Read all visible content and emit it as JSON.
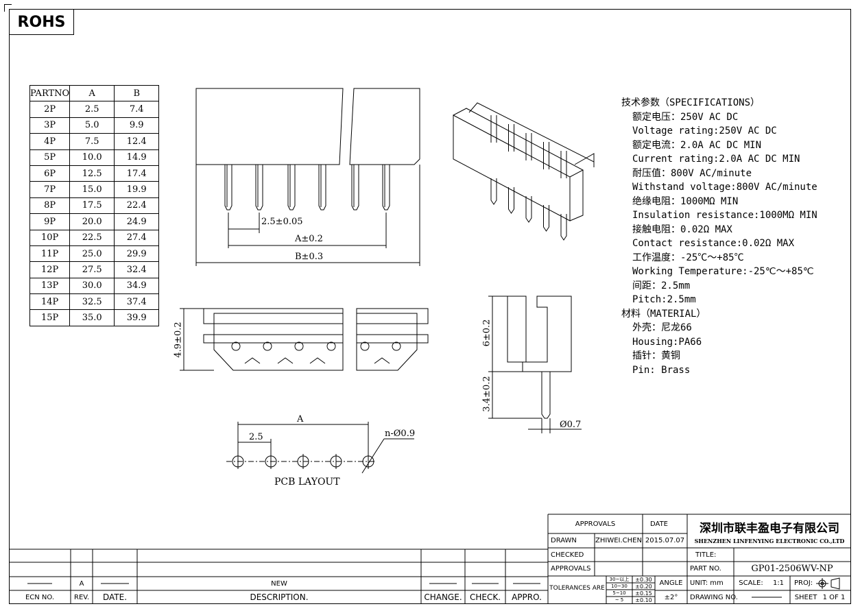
{
  "rohs_label": "ROHS",
  "parts_table": {
    "headers": [
      "PARTNO",
      "A",
      "B"
    ],
    "rows": [
      [
        "2P",
        "2.5",
        "7.4"
      ],
      [
        "3P",
        "5.0",
        "9.9"
      ],
      [
        "4P",
        "7.5",
        "12.4"
      ],
      [
        "5P",
        "10.0",
        "14.9"
      ],
      [
        "6P",
        "12.5",
        "17.4"
      ],
      [
        "7P",
        "15.0",
        "19.9"
      ],
      [
        "8P",
        "17.5",
        "22.4"
      ],
      [
        "9P",
        "20.0",
        "24.9"
      ],
      [
        "10P",
        "22.5",
        "27.4"
      ],
      [
        "11P",
        "25.0",
        "29.9"
      ],
      [
        "12P",
        "27.5",
        "32.4"
      ],
      [
        "13P",
        "30.0",
        "34.9"
      ],
      [
        "14P",
        "32.5",
        "37.4"
      ],
      [
        "15P",
        "35.0",
        "39.9"
      ]
    ]
  },
  "specs": {
    "heading": "技术参数（SPECIFICATIONS）",
    "lines": [
      "额定电压：250V AC DC",
      "Voltage rating:250V AC DC",
      "额定电流：2.0A AC DC MIN",
      "Current rating:2.0A AC DC MIN",
      "耐压值：800V AC/minute",
      "Withstand voltage:800V AC/minute",
      "绝缘电阻：1000MΩ MIN",
      "Insulation resistance:1000MΩ MIN",
      "接触电阻：0.02Ω MAX",
      "Contact resistance:0.02Ω MAX",
      "工作温度：-25℃～+85℃",
      "Working Temperature:-25℃～+85℃",
      "间距：2.5mm",
      "Pitch:2.5mm"
    ],
    "material_heading": "材料（MATERIAL）",
    "material_lines": [
      "外壳：尼龙66",
      "Housing:PA66",
      "插针：黄铜",
      "Pin: Brass"
    ]
  },
  "dimensions": {
    "pitch": "2.5±0.05",
    "a_dim": "A±0.2",
    "b_dim": "B±0.3",
    "width": "4.9±0.2",
    "height": "6±0.2",
    "pin_length": "3.4±0.2",
    "pin_dia": "Ø0.7",
    "pcb_a": "A",
    "pcb_pitch": "2.5",
    "pcb_hole": "n-Ø0.9",
    "pcb_title": "PCB LAYOUT"
  },
  "title_block": {
    "approvals_header": "APPROVALS",
    "date_header": "DATE",
    "drawn_label": "DRAWN",
    "drawn_name": "ZHIWEI.CHEN",
    "drawn_date": "2015.07.07",
    "checked_label": "CHECKED",
    "approvals_label": "APPROVALS",
    "tolerances_label": "TOLERANCES ARE",
    "tol_ranges": [
      "30~以上",
      "10~30",
      "5~10",
      "~ 5"
    ],
    "tol_values": [
      "±0.30",
      "±0.20",
      "±0.15",
      "±0.10"
    ],
    "angle_label": "ANGLE",
    "angle_value": "±2°",
    "company_cn": "深圳市联丰盈电子有限公司",
    "company_en": "SHENZHEN LINFENYING ELECTRONIC CO.,LTD",
    "title_label": "TITLE:",
    "part_no_label": "PART NO.",
    "part_no_value": "GP01-2506WV-NP",
    "unit_label": "UNIT: mm",
    "scale_label": "SCALE:",
    "scale_value": "1:1",
    "proj_label": "PROJ:",
    "drawing_no_label": "DRAWING NO.",
    "sheet_label": "SHEET",
    "sheet_value": "1 OF 1"
  },
  "revision_block": {
    "rev_value": "A",
    "new_label": "NEW",
    "ecn_label": "ECN NO.",
    "rev_label": "REV.",
    "date_label": "DATE.",
    "description_label": "DESCRIPTION.",
    "change_label": "CHANGE.",
    "check_label": "CHECK.",
    "appro_label": "APPRO."
  }
}
